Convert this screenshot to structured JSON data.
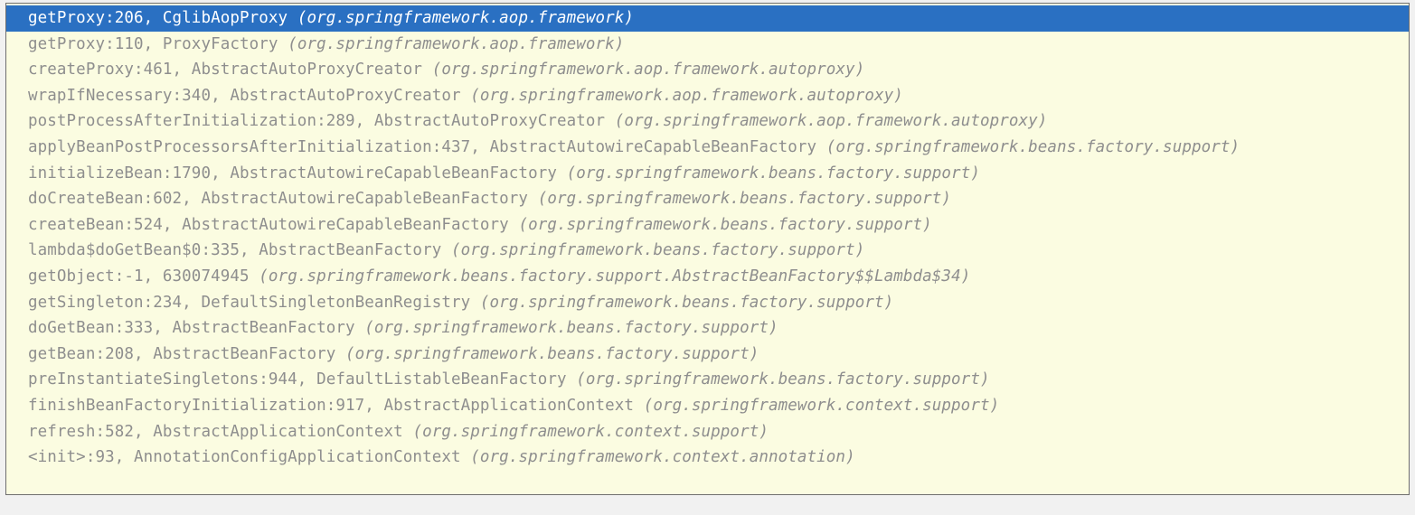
{
  "panel": {
    "name": "debugger-call-stack-frames",
    "background_color": "#fbfce1",
    "border_color": "#6e6e6e",
    "text_color": "#8e8e8e",
    "selection_background": "#2a70c2",
    "selection_text_color": "#ffffff",
    "outside_background": "#f1f1f1"
  },
  "frames": [
    {
      "selected": true,
      "method": "getProxy:206, CglibAopProxy",
      "package": "(org.springframework.aop.framework)"
    },
    {
      "selected": false,
      "method": "getProxy:110, ProxyFactory",
      "package": "(org.springframework.aop.framework)"
    },
    {
      "selected": false,
      "method": "createProxy:461, AbstractAutoProxyCreator",
      "package": "(org.springframework.aop.framework.autoproxy)"
    },
    {
      "selected": false,
      "method": "wrapIfNecessary:340, AbstractAutoProxyCreator",
      "package": "(org.springframework.aop.framework.autoproxy)"
    },
    {
      "selected": false,
      "method": "postProcessAfterInitialization:289, AbstractAutoProxyCreator",
      "package": "(org.springframework.aop.framework.autoproxy)"
    },
    {
      "selected": false,
      "method": "applyBeanPostProcessorsAfterInitialization:437, AbstractAutowireCapableBeanFactory",
      "package": "(org.springframework.beans.factory.support)"
    },
    {
      "selected": false,
      "method": "initializeBean:1790, AbstractAutowireCapableBeanFactory",
      "package": "(org.springframework.beans.factory.support)"
    },
    {
      "selected": false,
      "method": "doCreateBean:602, AbstractAutowireCapableBeanFactory",
      "package": "(org.springframework.beans.factory.support)"
    },
    {
      "selected": false,
      "method": "createBean:524, AbstractAutowireCapableBeanFactory",
      "package": "(org.springframework.beans.factory.support)"
    },
    {
      "selected": false,
      "method": "lambda$doGetBean$0:335, AbstractBeanFactory",
      "package": "(org.springframework.beans.factory.support)"
    },
    {
      "selected": false,
      "method": "getObject:-1, 630074945",
      "package": "(org.springframework.beans.factory.support.AbstractBeanFactory$$Lambda$34)"
    },
    {
      "selected": false,
      "method": "getSingleton:234, DefaultSingletonBeanRegistry",
      "package": "(org.springframework.beans.factory.support)"
    },
    {
      "selected": false,
      "method": "doGetBean:333, AbstractBeanFactory",
      "package": "(org.springframework.beans.factory.support)"
    },
    {
      "selected": false,
      "method": "getBean:208, AbstractBeanFactory",
      "package": "(org.springframework.beans.factory.support)"
    },
    {
      "selected": false,
      "method": "preInstantiateSingletons:944, DefaultListableBeanFactory",
      "package": "(org.springframework.beans.factory.support)"
    },
    {
      "selected": false,
      "method": "finishBeanFactoryInitialization:917, AbstractApplicationContext",
      "package": "(org.springframework.context.support)"
    },
    {
      "selected": false,
      "method": "refresh:582, AbstractApplicationContext",
      "package": "(org.springframework.context.support)"
    },
    {
      "selected": false,
      "method": "<init>:93, AnnotationConfigApplicationContext",
      "package": "(org.springframework.context.annotation)"
    }
  ]
}
